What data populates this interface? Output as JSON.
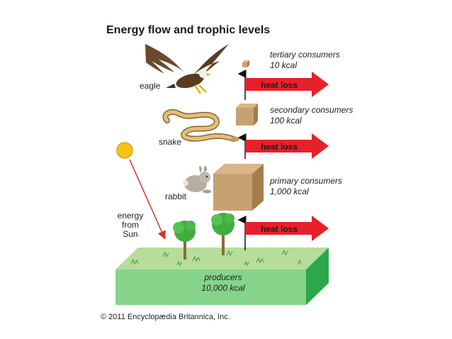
{
  "title": "Energy flow and trophic levels",
  "organisms": {
    "eagle": "eagle",
    "snake": "snake",
    "rabbit": "rabbit"
  },
  "sun_label": [
    "energy",
    "from",
    "Sun"
  ],
  "levels": {
    "tertiary": {
      "name": "tertiary consumers",
      "energy": "10 kcal"
    },
    "secondary": {
      "name": "secondary consumers",
      "energy": "100 kcal"
    },
    "primary": {
      "name": "primary consumers",
      "energy": "1,000 kcal"
    },
    "producers": {
      "name": "producers",
      "energy": "10,000 kcal"
    }
  },
  "heat_loss_label": "heat loss",
  "credit": "© 2011 Encyclopædia Britannica, Inc.",
  "colors": {
    "heat_arrow": "#e8202a",
    "cube_face": "#c8a173",
    "grass_top": "#9bd07e",
    "grass_front": "#86d48a",
    "grass_side": "#2aa84a",
    "sun": "#f4c21a"
  }
}
